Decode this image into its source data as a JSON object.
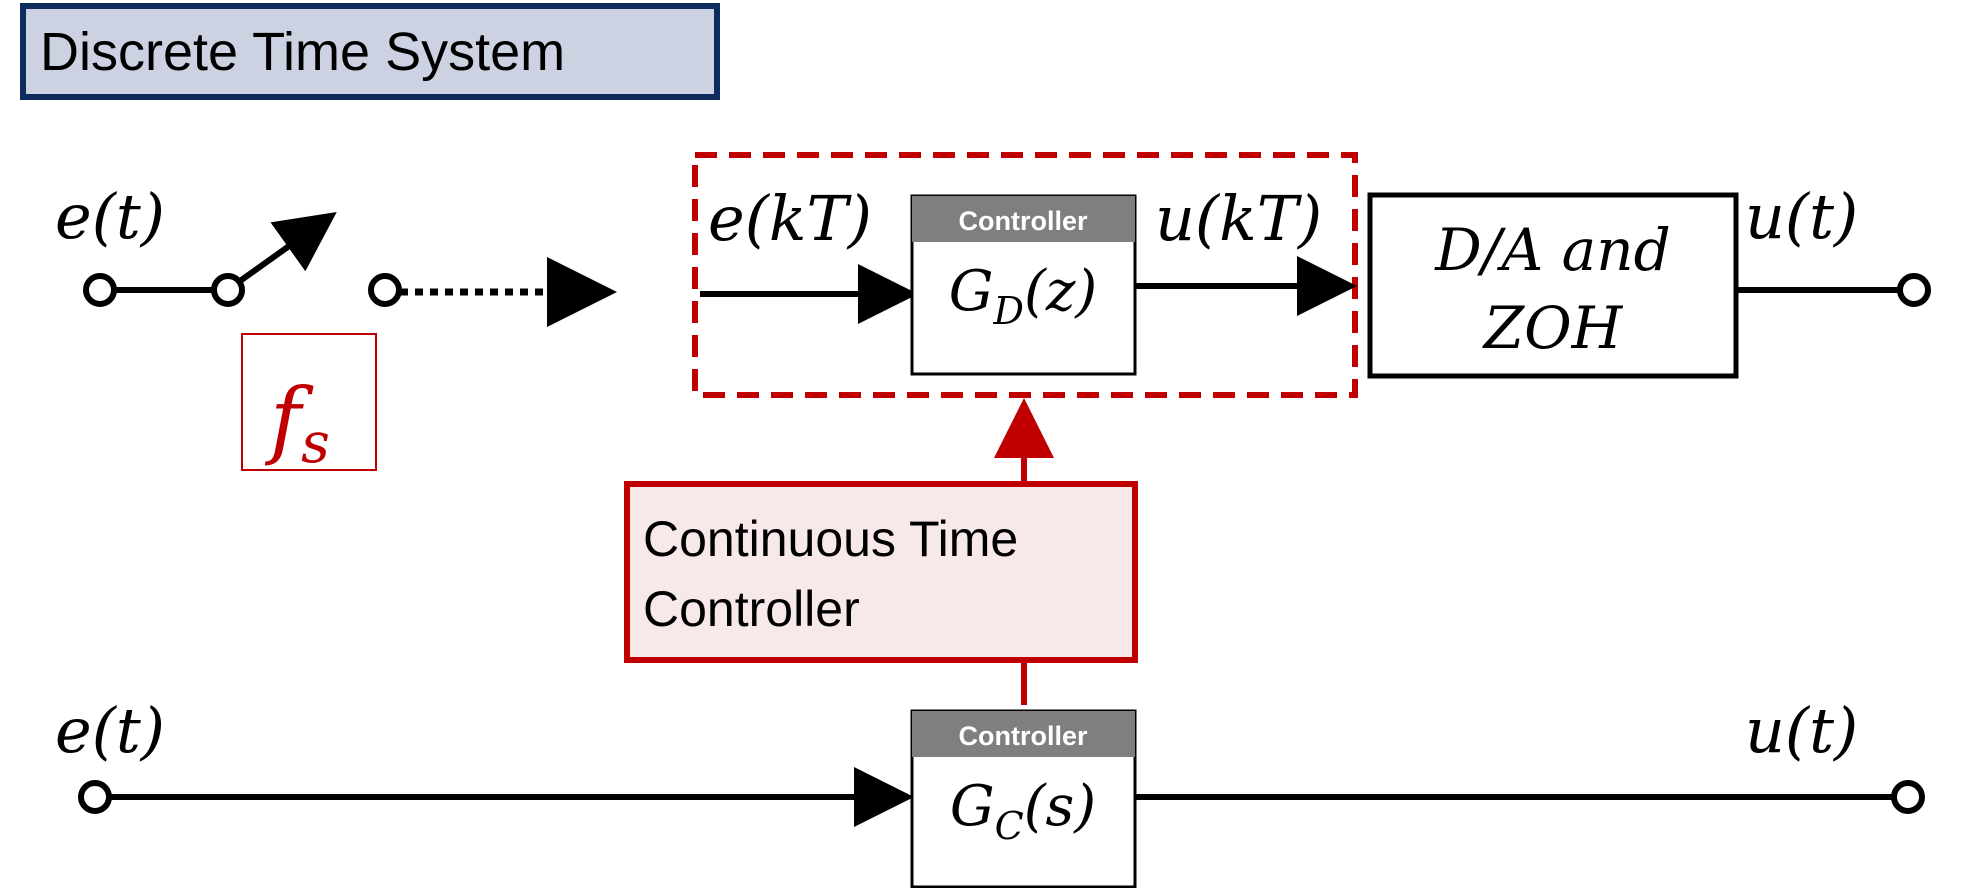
{
  "title": "Discrete Time System",
  "colors": {
    "accent_red": "#c00000",
    "navy": "#0d2b5c",
    "title_fill": "#ccd2e1",
    "header_gray": "#7f7f7f",
    "callout_fill": "#f7e9e9"
  },
  "top_path": {
    "input_label": "e(t)",
    "sampling_label": "f",
    "sampling_subscript": "s",
    "sampled_label": "e(kT)",
    "controller_header": "Controller",
    "controller_tf": "G",
    "controller_tf_sub": "D",
    "controller_tf_arg": "(z)",
    "controller_output_label": "u(kT)",
    "dac_line1": "D/A and",
    "dac_line2": "ZOH",
    "output_label": "u(t)"
  },
  "callout": {
    "line1": "Continuous Time",
    "line2": "Controller"
  },
  "bottom_path": {
    "input_label": "e(t)",
    "controller_header": "Controller",
    "controller_tf": "G",
    "controller_tf_sub": "C",
    "controller_tf_arg": "(s)",
    "output_label": "u(t)"
  }
}
